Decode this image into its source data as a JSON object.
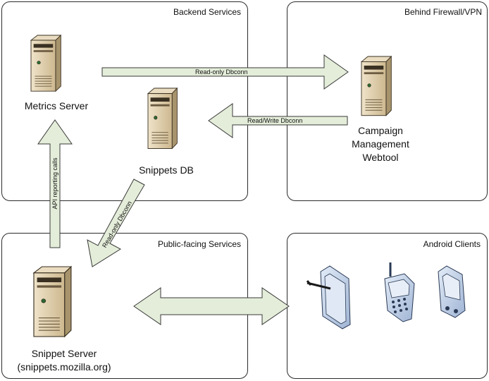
{
  "groups": {
    "backend": {
      "title": "Backend Services"
    },
    "firewall": {
      "title": "Behind Firewall/VPN"
    },
    "public": {
      "title": "Public-facing Services"
    },
    "android": {
      "title": "Android Clients"
    }
  },
  "nodes": {
    "metrics": {
      "label": "Metrics Server"
    },
    "snippets_db": {
      "label": "Snippets DB"
    },
    "campaign": {
      "lines": [
        "Campaign",
        "Management",
        "Webtool"
      ]
    },
    "snippet_server": {
      "lines": [
        "Snippet Server",
        "(snippets.mozilla.org)"
      ]
    }
  },
  "connections": {
    "readonly_top": {
      "label": "Read-only Dbconn"
    },
    "readwrite": {
      "label": "Read/Write Dbconn"
    },
    "api_reporting": {
      "label": "API reporting calls"
    },
    "readonly_diag": {
      "label": "Read-only Dbconn"
    }
  },
  "colors": {
    "arrow_fill": "#e4edd9",
    "arrow_stroke": "#3a3a3a",
    "server_body": "#d9c7a4",
    "server_side": "#a8946c",
    "server_dark": "#3a3022",
    "device_body": "#c9d9ef",
    "device_stroke": "#2a3a55"
  },
  "icons": [
    "server-icon",
    "tablet-icon",
    "phone-icon",
    "pda-icon"
  ]
}
